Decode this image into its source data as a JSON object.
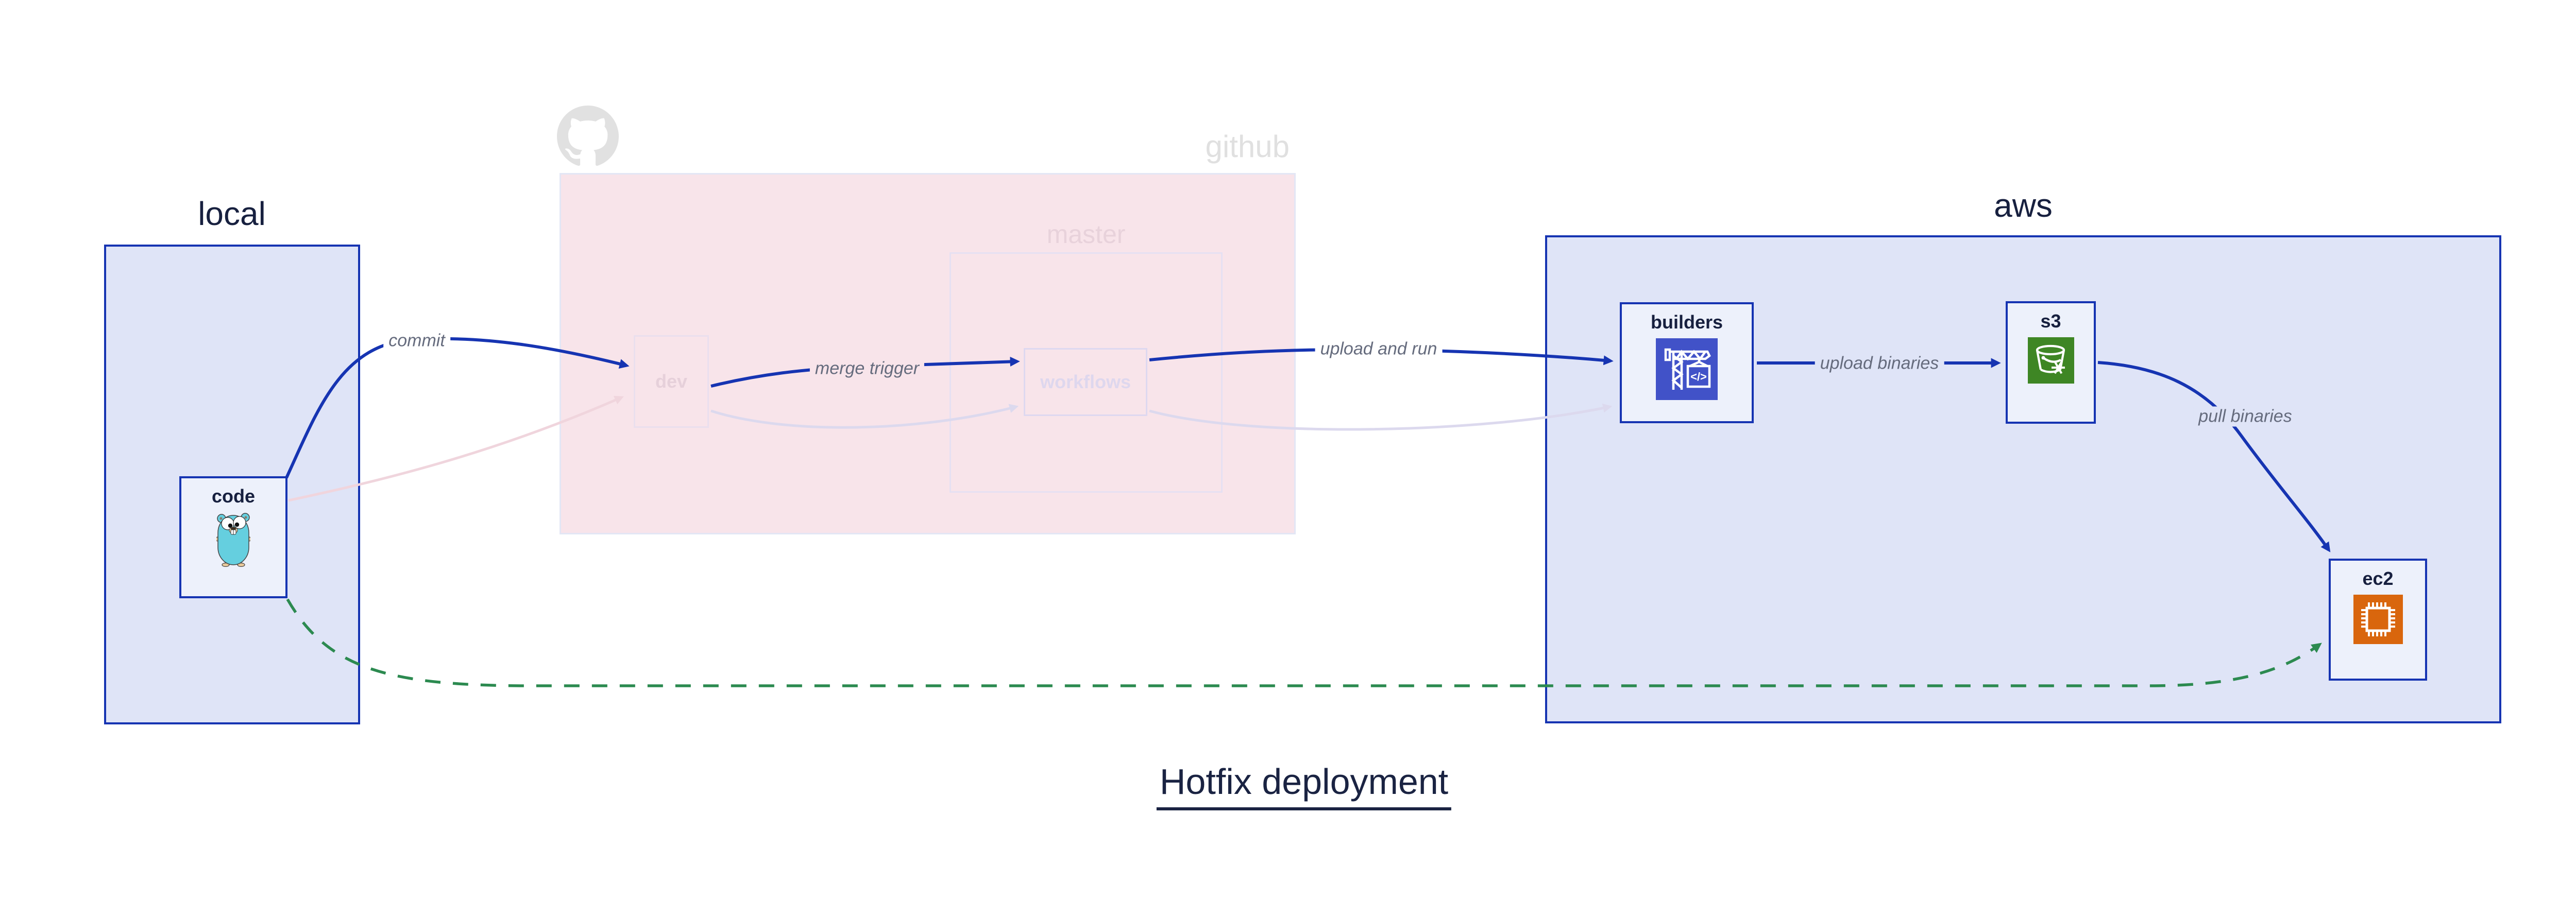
{
  "diagram": {
    "title": "Hotfix deployment",
    "regions": {
      "local": {
        "label": "local"
      },
      "github": {
        "label": "github",
        "branch_label": "master"
      },
      "aws": {
        "label": "aws"
      }
    },
    "nodes": {
      "code": {
        "label": "code",
        "icon": "go-gopher"
      },
      "dev": {
        "label": "dev"
      },
      "workflows": {
        "label": "workflows"
      },
      "builders": {
        "label": "builders",
        "icon": "codebuild-crane",
        "glyph": "</>"
      },
      "s3": {
        "label": "s3",
        "icon": "s3-glacier-bucket"
      },
      "ec2": {
        "label": "ec2",
        "icon": "ec2-chip"
      }
    },
    "edges": {
      "commit": {
        "label": "commit",
        "style": "solid-blue"
      },
      "merge_trigger": {
        "label": "merge trigger",
        "style": "solid-blue"
      },
      "upload_and_run": {
        "label": "upload and run",
        "style": "solid-blue"
      },
      "upload_binaries": {
        "label": "upload binaries",
        "style": "solid-blue"
      },
      "pull_binaries": {
        "label": "pull binaries",
        "style": "solid-blue"
      },
      "code_to_dev_faded": {
        "style": "faded-pink"
      },
      "dev_to_workflows_faded": {
        "style": "faded-lavender"
      },
      "workflows_to_builders_faded": {
        "style": "faded-lavender"
      },
      "hotfix_dashed": {
        "style": "dashed-green"
      }
    },
    "colors": {
      "accent_blue": "#1634b2",
      "region_fill": "#dfe4f7",
      "node_fill": "#edf1fb",
      "github_pink_fill": "#f8e4ea",
      "faded_pink_edge": "#f0d5dd",
      "faded_lavender_edge": "#dcd9ee",
      "dashed_green_edge": "#2c8a50",
      "edge_label_gray": "#656b7d",
      "navy_text": "#17203f",
      "faded_gray_text": "#e0e0e0",
      "codebuild_indigo": "#4152c8",
      "s3_green": "#3e8624",
      "ec2_orange": "#d9660d",
      "gopher_teal": "#65cfdf"
    }
  }
}
